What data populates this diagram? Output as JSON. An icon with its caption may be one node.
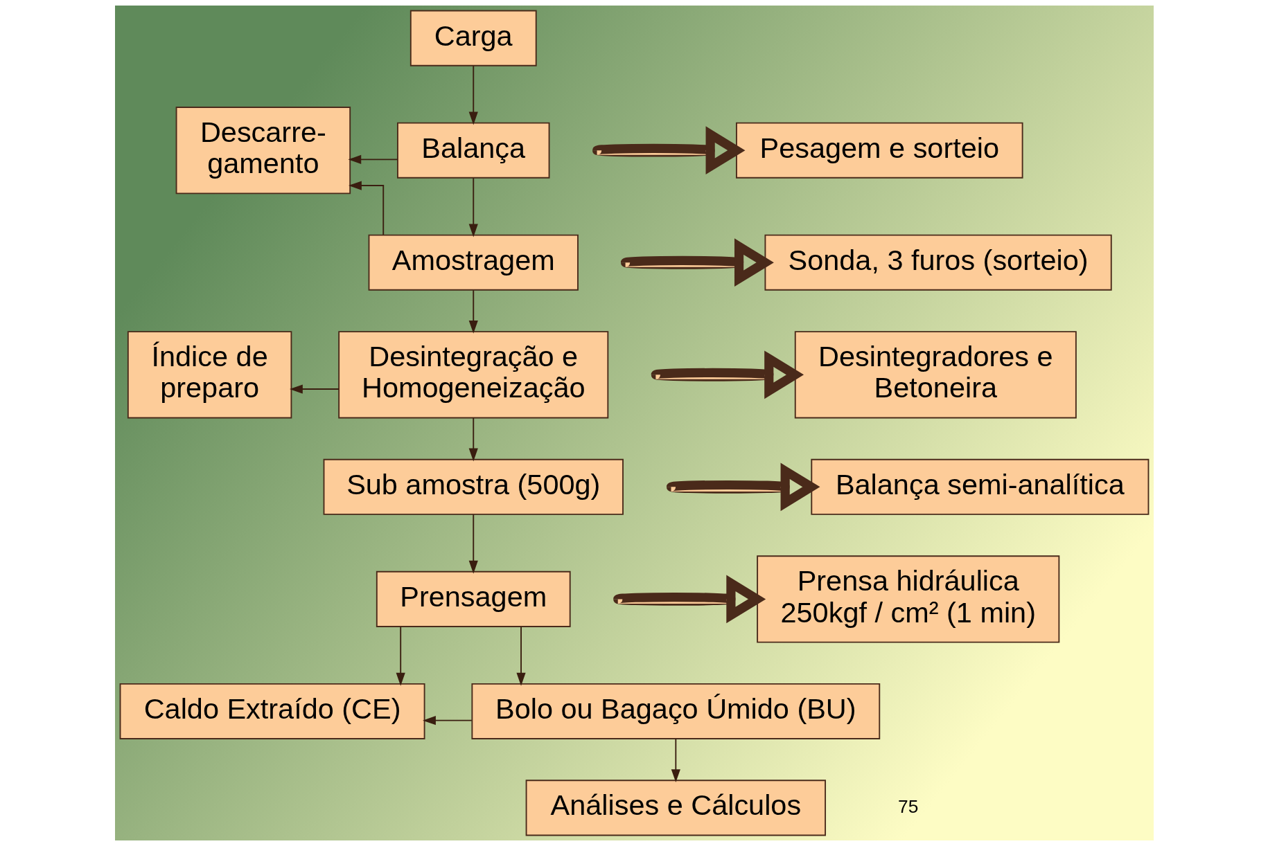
{
  "diagram": {
    "nodes": [
      {
        "text": [
          "Carga"
        ]
      },
      {
        "text": [
          "Descarre- gamento"
        ]
      },
      {
        "text": [
          "Balança"
        ]
      },
      {
        "text": [
          "Pesagem e sorteio"
        ]
      },
      {
        "text": [
          "Amostragem"
        ]
      },
      {
        "text": [
          "Sonda, 3 furos (sorteio)"
        ]
      },
      {
        "text": [
          "Índice de preparo"
        ]
      },
      {
        "text": [
          "Desintegração e Homogeneização"
        ]
      },
      {
        "text": [
          "Desintegradores e Betoneira"
        ]
      },
      {
        "text": [
          "Sub amostra (500g)"
        ]
      },
      {
        "text": [
          "Balança semi-analítica"
        ]
      },
      {
        "text": [
          "Prensagem"
        ]
      },
      {
        "text": [
          "Prensa hidráulica 250kgf / cm² (1 min)"
        ]
      },
      {
        "text": [
          "Caldo Extraído (CE)"
        ]
      },
      {
        "text": [
          "Bolo ou Bagaço Úmido (BU)"
        ]
      },
      {
        "text": [
          "Análises e Cálculos"
        ]
      }
    ],
    "edges": [
      {
        "from": 0,
        "to": 2,
        "arrow": "to"
      },
      {
        "from": 2,
        "to": 1,
        "arrow": "to"
      },
      {
        "from": 2,
        "to": 4,
        "arrow": "to"
      },
      {
        "from": 4,
        "to": 1,
        "arrow": "to"
      },
      {
        "from": 4,
        "to": 7,
        "arrow": "to"
      },
      {
        "from": 7,
        "to": 6,
        "arrow": "to"
      },
      {
        "from": 7,
        "to": 9,
        "arrow": "to"
      },
      {
        "from": 9,
        "to": 11,
        "arrow": "to"
      },
      {
        "from": 11,
        "to": 13,
        "arrow": "to"
      },
      {
        "from": 11,
        "to": 14,
        "arrow": "to"
      },
      {
        "from": 14,
        "to": 13,
        "arrow": "to"
      },
      {
        "from": 14,
        "to": 15,
        "arrow": "to"
      },
      {
        "from": null,
        "to": 3,
        "arrow": "to",
        "style": "thick",
        "color": "#fdcc99"
      },
      {
        "from": null,
        "to": 5,
        "arrow": "to",
        "style": "thick",
        "color": "#fdcc99"
      },
      {
        "from": null,
        "to": 8,
        "arrow": "to",
        "style": "thick",
        "color": "#fdcc99"
      },
      {
        "from": null,
        "to": 10,
        "arrow": "to",
        "style": "thick",
        "color": "#fdcc99"
      },
      {
        "from": null,
        "to": 12,
        "arrow": "to",
        "style": "thick",
        "color": "#fdcc99"
      }
    ],
    "labels": [
      "75"
    ]
  }
}
